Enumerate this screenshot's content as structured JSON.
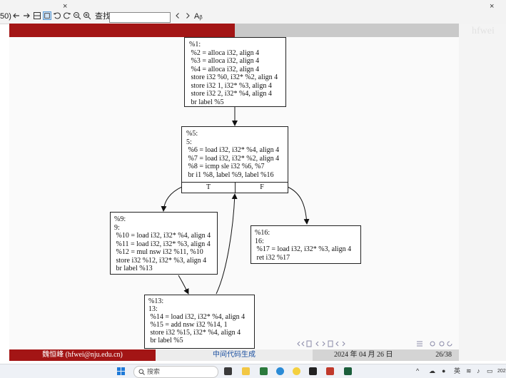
{
  "toolbar": {
    "zoom_fragment": "50)",
    "search_label": "查找:",
    "search_value": "",
    "text_tool": "Aᵦ",
    "close_symbol": "×"
  },
  "slide_ghost_text": "hfwei",
  "cfg_nodes": {
    "entry": [
      "%1:",
      " %2 = alloca i32, align 4",
      " %3 = alloca i32, align 4",
      " %4 = alloca i32, align 4",
      " store i32 %0, i32* %2, align 4",
      " store i32 1, i32* %3, align 4",
      " store i32 2, i32* %4, align 4",
      " br label %5"
    ],
    "cond": [
      "%5:",
      "5:",
      " %6 = load i32, i32* %4, align 4",
      " %7 = load i32, i32* %2, align 4",
      " %8 = icmp sle i32 %6, %7",
      " br i1 %8, label %9, label %16"
    ],
    "cond_true": "T",
    "cond_false": "F",
    "body": [
      "%9:",
      "9:",
      " %10 = load i32, i32* %4, align 4",
      " %11 = load i32, i32* %3, align 4",
      " %12 = mul nsw i32 %11, %10",
      " store i32 %12, i32* %3, align 4",
      " br label %13"
    ],
    "exit": [
      "%16:",
      "16:",
      " %17 = load i32, i32* %3, align 4",
      " ret i32 %17"
    ],
    "latch": [
      "%13:",
      "13:",
      " %14 = load i32, i32* %4, align 4",
      " %15 = add nsw i32 %14, 1",
      " store i32 %15, i32* %4, align 4",
      " br label %5"
    ]
  },
  "footer": {
    "author": "魏恒峰 (hfwei@nju.edu.cn)",
    "title": "中间代码生成",
    "date": "2024 年 04 月 26 日",
    "page": "26/38"
  },
  "taskbar": {
    "search_placeholder": "搜索",
    "ime": "英",
    "time_fragment": "202"
  },
  "colors": {
    "header_red": "#a31515",
    "footer_blue_text": "#1a4fa0"
  }
}
